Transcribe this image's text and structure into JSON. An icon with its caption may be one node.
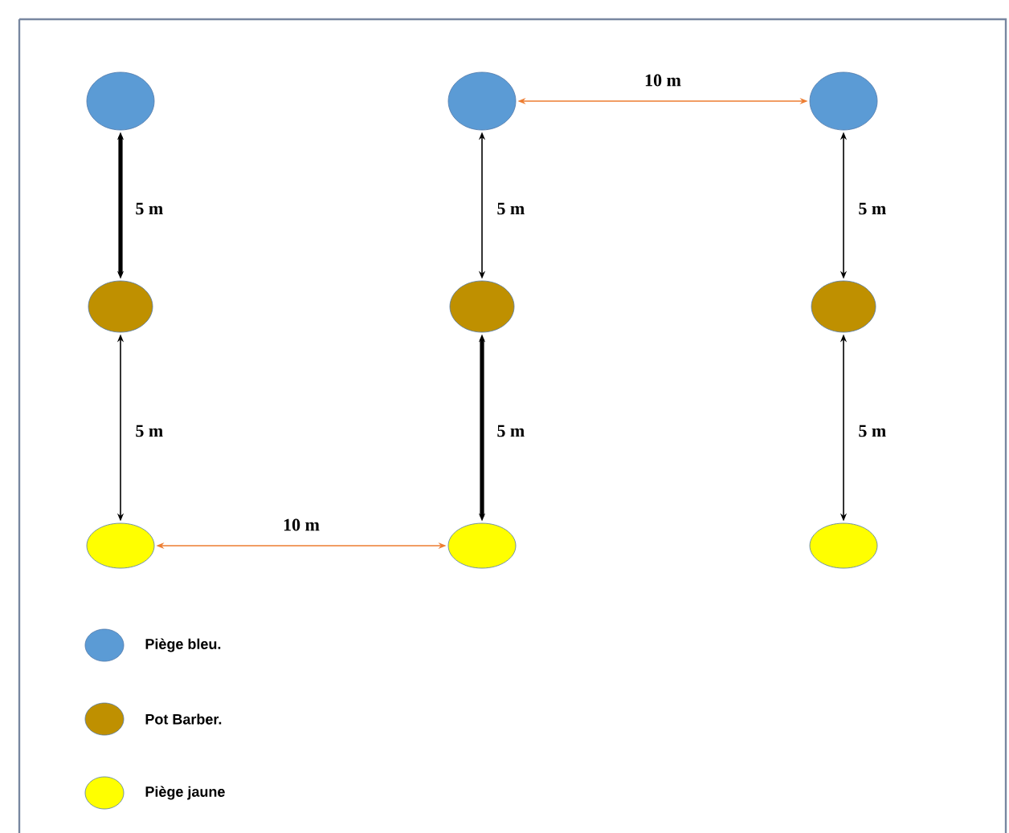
{
  "diagram": {
    "nodes": [
      {
        "text": [],
        "shape": "circle"
      },
      {
        "text": [],
        "shape": "circle"
      },
      {
        "text": [],
        "shape": "circle"
      },
      {
        "text": [],
        "shape": "circle"
      },
      {
        "text": [],
        "shape": "circle"
      },
      {
        "text": [],
        "shape": "circle"
      },
      {
        "text": [],
        "shape": "circle"
      },
      {
        "text": [],
        "shape": "circle"
      },
      {
        "text": [],
        "shape": "circle"
      }
    ],
    "edges": [
      {
        "from": 0,
        "to": 3,
        "arrow": "both",
        "label": "5 m",
        "style": "thick"
      },
      {
        "from": 1,
        "to": 2,
        "arrow": "both",
        "label": "10 m",
        "color": "#ed7d31"
      },
      {
        "from": 1,
        "to": 4,
        "arrow": "both",
        "label": "5 m"
      },
      {
        "from": 2,
        "to": 5,
        "arrow": "both",
        "label": "5 m"
      },
      {
        "from": 3,
        "to": 6,
        "arrow": "both",
        "label": "5 m"
      },
      {
        "from": 4,
        "to": 7,
        "arrow": "both",
        "label": "5 m",
        "style": "thick"
      },
      {
        "from": 5,
        "to": 8,
        "arrow": "both",
        "label": "5 m"
      },
      {
        "from": 6,
        "to": 7,
        "arrow": "both",
        "label": "10 m",
        "color": "#ed7d31"
      }
    ],
    "legend": [
      {
        "text": "Piège bleu.",
        "color": "#5b9bd5"
      },
      {
        "text": "Pot Barber.",
        "color": "#bf9000"
      },
      {
        "text": "Piège jaune",
        "color": "#ffff00"
      }
    ]
  }
}
